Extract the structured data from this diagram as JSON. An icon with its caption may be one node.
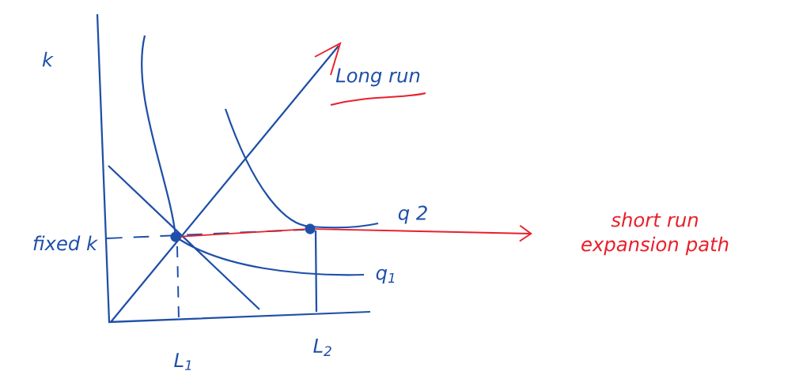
{
  "diagram": {
    "nodes": [
      {
        "text": [],
        "shape": "circle"
      },
      {
        "text": [],
        "shape": "circle"
      },
      {
        "text": [
          "short run expansion path"
        ]
      }
    ],
    "edges": [
      {
        "from": 0,
        "to": 1,
        "arrow": "none",
        "color": "#e8202a"
      },
      {
        "from": 1,
        "to": 2,
        "arrow": "to",
        "color": "#e8202a"
      }
    ],
    "labels": [
      "k",
      "Long run",
      "fixed k",
      "q 2",
      "q$_{1}$",
      "L$_{1}$",
      "L$_{2}$"
    ]
  }
}
